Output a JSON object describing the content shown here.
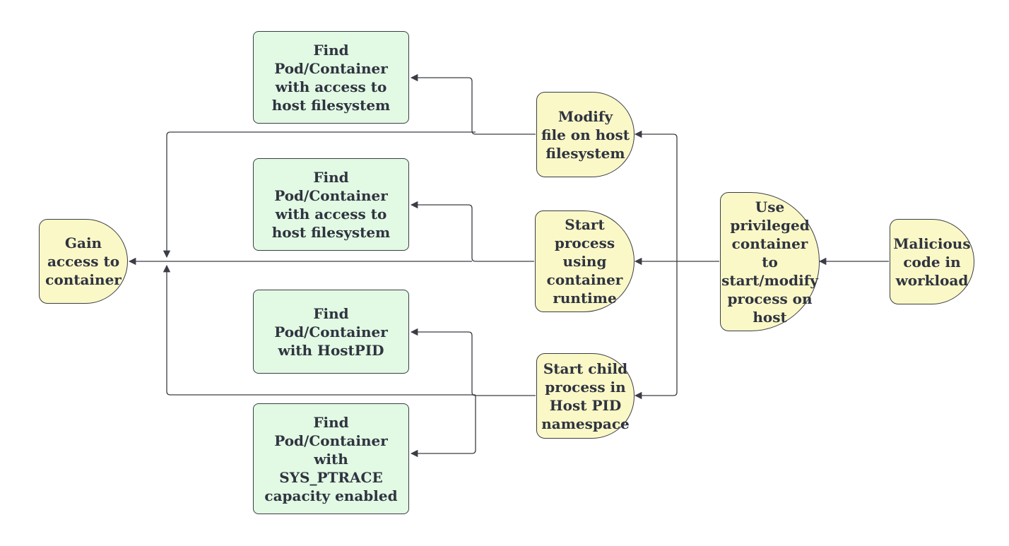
{
  "nodes": {
    "gain_access": "Gain\naccess to\ncontainer",
    "find_hostfs_1": "Find\nPod/Container\nwith access to\nhost filesystem",
    "find_hostfs_2": "Find\nPod/Container\nwith access to\nhost filesystem",
    "find_hostpid": "Find\nPod/Container\nwith HostPID",
    "find_sysptrace": "Find\nPod/Container\nwith\nSYS_PTRACE\ncapacity enabled",
    "modify_file": "Modify\nfile on host\nfilesystem",
    "start_process_runtime": "Start\nprocess\nusing\ncontainer\nruntime",
    "start_child_process": "Start child\nprocess in\nHost PID\nnamespace",
    "use_privileged": "Use\nprivileged\ncontainer\nto\nstart/modify\nprocess on\nhost",
    "malicious_code": "Malicious\ncode in\nworkload"
  },
  "colors": {
    "goal_fill": "#fbf8c7",
    "step_fill": "#e2f9e3",
    "stroke": "#3a3d45"
  }
}
